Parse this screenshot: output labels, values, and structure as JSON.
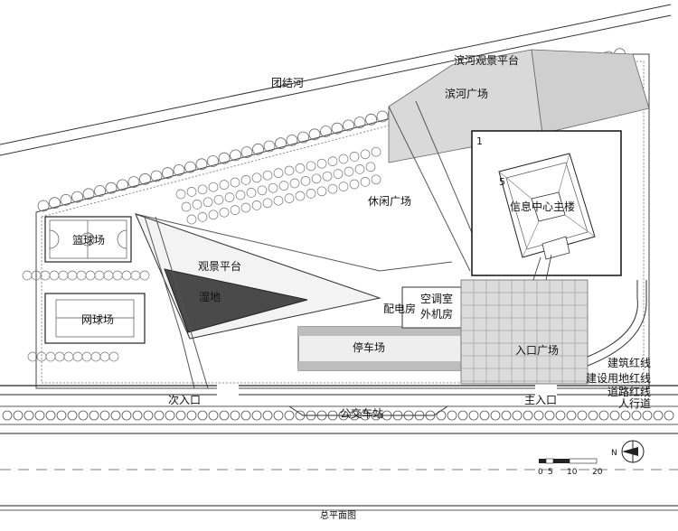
{
  "plan": {
    "caption": "总平面图",
    "river": "团结河",
    "riverside_viewing_platform": "滨河观景平台",
    "riverside_plaza": "滨河广场",
    "leisure_plaza": "休闲广场",
    "main_building": "信息中心主楼",
    "main_building_marks": {
      "outer": "1",
      "inner": "5"
    },
    "basketball_court": "篮球场",
    "tennis_court": "网球场",
    "viewing_platform": "观景平台",
    "wetland": "湿地",
    "power_room": "配电房",
    "ac_room_line1": "空调室",
    "ac_room_line2": "外机房",
    "parking": "停车场",
    "entrance_plaza": "入口广场",
    "building_red_line": "建筑红线",
    "land_red_line": "建设用地红线",
    "road_red_line": "道路红线",
    "sidewalk": "人行道",
    "secondary_entrance": "次入口",
    "main_entrance": "主入口",
    "bus_stop": "公交车站"
  },
  "scale_bar": {
    "labels": [
      "0",
      "5",
      "10",
      "20"
    ]
  },
  "north_arrow": {
    "letter": "N"
  }
}
